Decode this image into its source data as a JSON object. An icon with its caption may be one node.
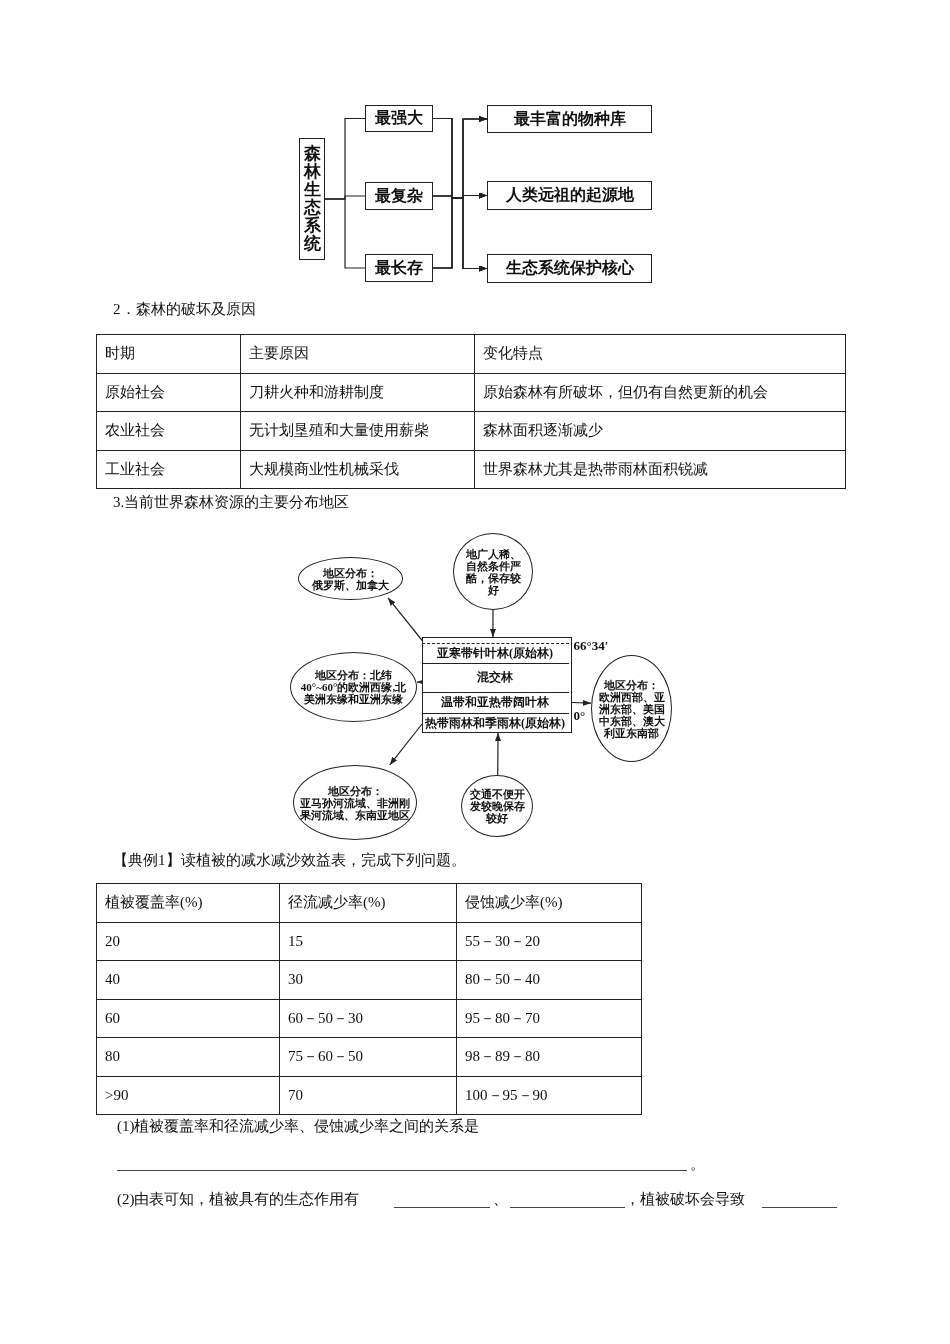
{
  "diagram": {
    "nodes": [
      {
        "text": [
          "森林生态系统"
        ]
      },
      {
        "text": [
          "最强大"
        ]
      },
      {
        "text": [
          "最复杂"
        ]
      },
      {
        "text": [
          "最长存"
        ]
      },
      {
        "text": [
          "最丰富的物种库"
        ]
      },
      {
        "text": [
          "人类远祖的起源地"
        ]
      },
      {
        "text": [
          "生态系统保护核心"
        ]
      },
      {
        "text": [],
        "shape": "box"
      },
      {
        "text": [
          "亚寒带针叶林(原始林)"
        ],
        "in": 7,
        "beside": [
          "66°34′"
        ]
      },
      {
        "text": [
          "混交林"
        ],
        "in": 7
      },
      {
        "text": [
          "温带和亚热带阔叶林"
        ],
        "in": 7
      },
      {
        "text": [
          "热带雨林和季雨林(原始林)"
        ],
        "in": 7,
        "beside": [
          "0°"
        ]
      },
      {
        "text": [
          "地区分布：",
          "俄罗斯、加拿大"
        ]
      },
      {
        "text": [
          "地广人稀、自然条件严酷，保存较好"
        ]
      },
      {
        "text": [
          "地区分布：北纬40°~60°的欧洲西缘,北美洲东缘和亚洲东缘"
        ]
      },
      {
        "text": [
          "地区分布：",
          "欧洲西部、亚洲东部、美国中东部、澳大利亚东南部"
        ]
      },
      {
        "text": [
          "地区分布：",
          "亚马孙河流域、非洲刚果河流域、东南亚地区"
        ]
      },
      {
        "text": [
          "交通不便开发较晚保存较好"
        ]
      }
    ],
    "edges": [
      {
        "from": 0,
        "to": 1,
        "arrow": "none"
      },
      {
        "from": 0,
        "to": 2,
        "arrow": "none"
      },
      {
        "from": 0,
        "to": 3,
        "arrow": "none"
      },
      {
        "from": 1,
        "to": 4,
        "arrow": "to"
      },
      {
        "from": 1,
        "to": 5,
        "arrow": "to"
      },
      {
        "from": 1,
        "to": 6,
        "arrow": "to"
      },
      {
        "from": 2,
        "to": 4,
        "arrow": "to"
      },
      {
        "from": 2,
        "to": 5,
        "arrow": "to"
      },
      {
        "from": 2,
        "to": 6,
        "arrow": "to"
      },
      {
        "from": 3,
        "to": 4,
        "arrow": "to"
      },
      {
        "from": 3,
        "to": 5,
        "arrow": "to"
      },
      {
        "from": 3,
        "to": 6,
        "arrow": "to"
      },
      {
        "from": 8,
        "to": 12,
        "arrow": "to"
      },
      {
        "from": 13,
        "to": 8,
        "arrow": "to"
      },
      {
        "from": 9,
        "to": 14,
        "arrow": "to"
      },
      {
        "from": 10,
        "to": 15,
        "arrow": "to"
      },
      {
        "from": 11,
        "to": 16,
        "arrow": "to"
      },
      {
        "from": 17,
        "to": 11,
        "arrow": "to"
      }
    ],
    "labels": [
      "2．森林的破坏及原因",
      "时期",
      "主要原因",
      "变化特点",
      "原始社会",
      "刀耕火种和游耕制度",
      "原始森林有所破坏，但仍有自然更新的机会",
      "农业社会",
      "无计划垦殖和大量使用薪柴",
      "森林面积逐渐减少",
      "工业社会",
      "大规模商业性机械采伐",
      "世界森林尤其是热带雨林面积锐减",
      "3.当前世界森林资源的主要分布地区",
      "【典例1】读植被的减水减沙效益表，完成下列问题。",
      "植被覆盖率(%)",
      "径流减少率(%)",
      "侵蚀减少率(%)",
      "20",
      "15",
      "55－30－20",
      "40",
      "30",
      "80－50－40",
      "60",
      "60－50－30",
      "95－80－70",
      "80",
      "75－60－50",
      "98－89－80",
      ">90",
      "70",
      "100－95－90",
      "(1)植被覆盖率和径流减少率、侵蚀减少率之间的关系是",
      "。",
      "(2)由表可知，植被具有的生态作用有",
      "、",
      "，植被破坏会导致"
    ]
  }
}
